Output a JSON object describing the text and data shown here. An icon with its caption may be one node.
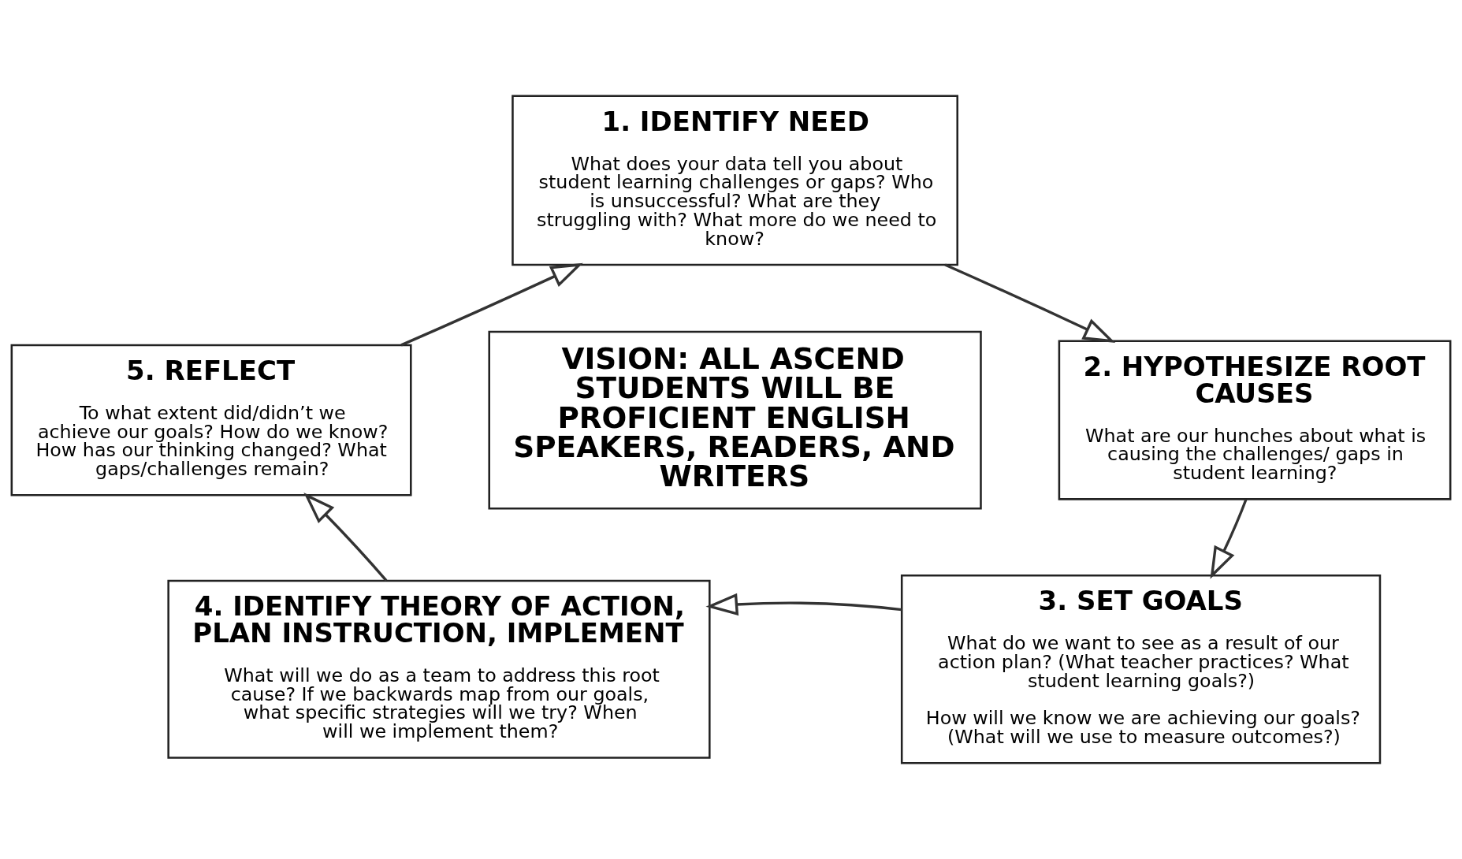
{
  "diagram": {
    "nodes": [
      {
        "text": [
          "1. IDENTIFY NEED",
          "What does your data tell you about student learning challenges or gaps? Who is unsuccessful? What are they struggling with? What more do we need to know?"
        ]
      },
      {
        "text": [
          "2. HYPOTHESIZE ROOT CAUSES",
          "What are our hunches about what is causing the challenges/ gaps in student learning?"
        ]
      },
      {
        "text": [
          "3. SET GOALS",
          "What do we want to see as a result of our action plan? (What teacher practices? What student learning goals?)",
          "How will we know we are achieving our goals? (What will we use to measure outcomes?)"
        ]
      },
      {
        "text": [
          "4. IDENTIFY THEORY OF ACTION, PLAN INSTRUCTION, IMPLEMENT",
          "What will we do as a team to address this root cause? If we backwards map from our goals, what specific strategies will we try? When will we implement them?"
        ]
      },
      {
        "text": [
          "5. REFLECT",
          "To what extent did/didn’t we achieve our goals? How do we know? How has our thinking changed? What gaps/challenges remain?"
        ]
      },
      {
        "text": [
          "VISION: ALL ASCEND STUDENTS WILL BE PROFICIENT ENGLISH SPEAKERS, READERS, AND WRITERS"
        ]
      }
    ],
    "edges": [
      {
        "from": 0,
        "to": 1,
        "arrow": "to"
      },
      {
        "from": 1,
        "to": 2,
        "arrow": "to"
      },
      {
        "from": 2,
        "to": 3,
        "arrow": "to"
      },
      {
        "from": 3,
        "to": 4,
        "arrow": "to"
      },
      {
        "from": 4,
        "to": 0,
        "arrow": "to"
      }
    ]
  }
}
